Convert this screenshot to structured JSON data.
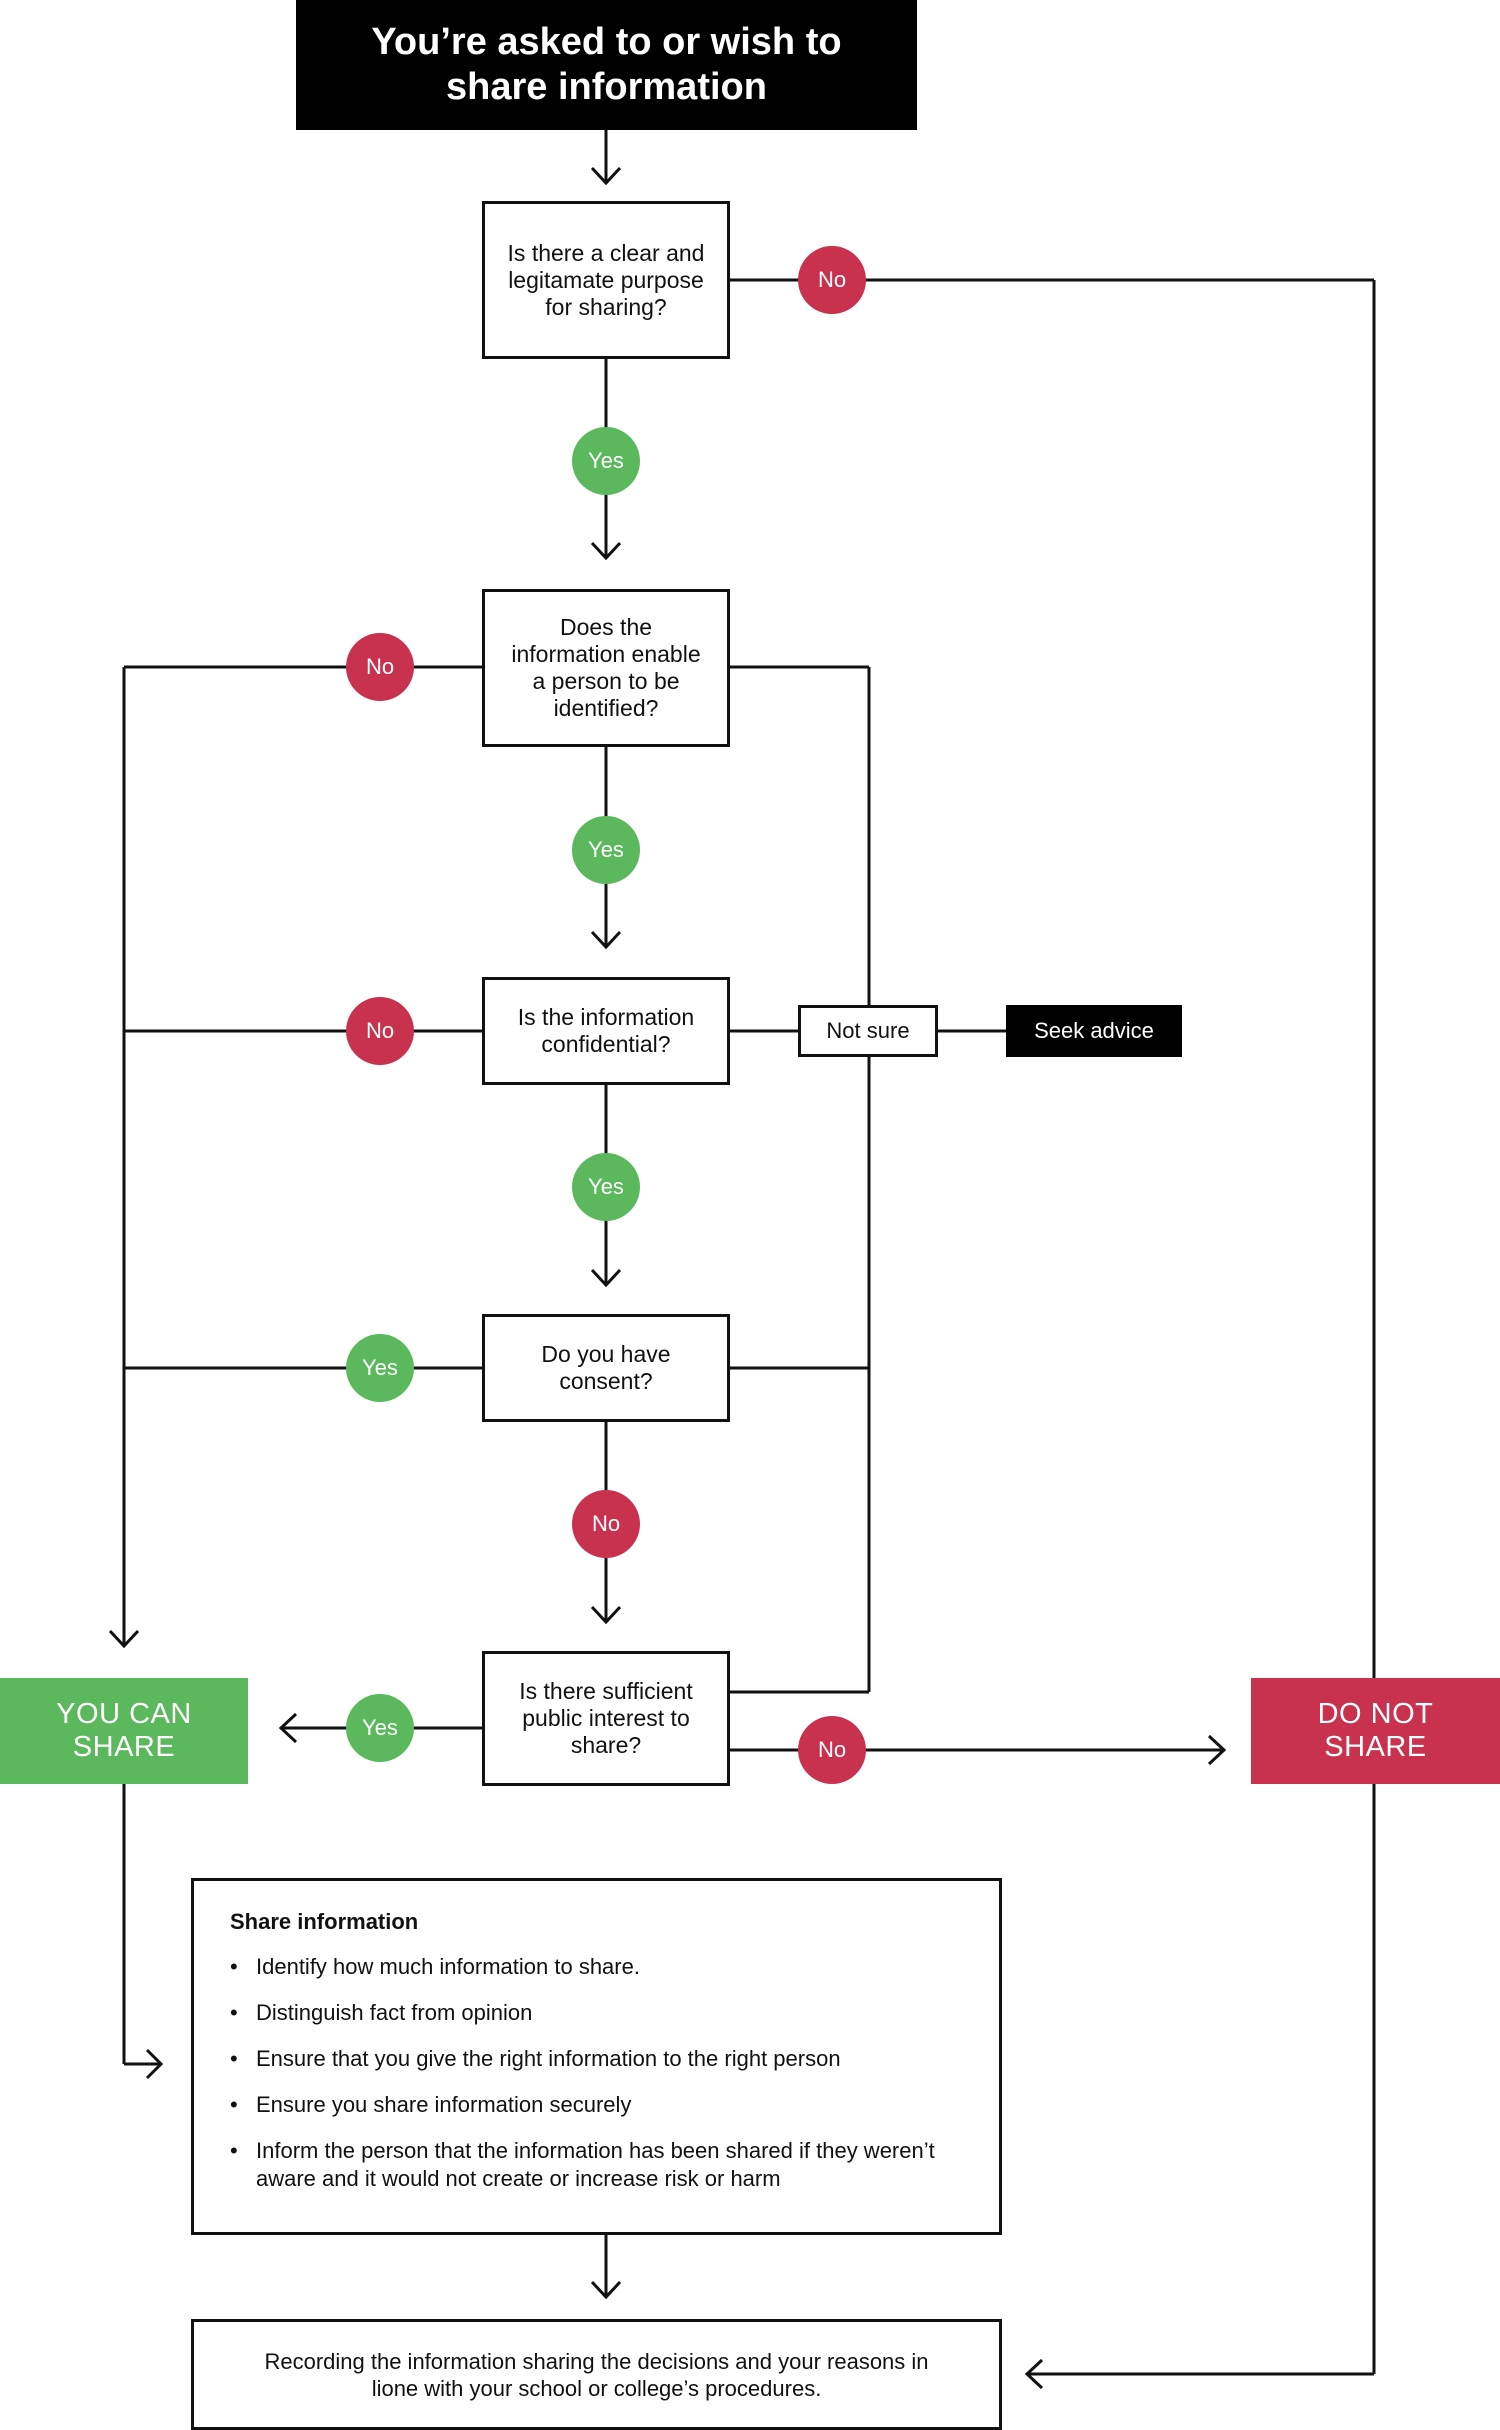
{
  "title": "You’re asked to or wish to share information",
  "questions": {
    "q1": "Is there a clear and legitamate purpose for sharing?",
    "q2": "Does the information enable a person to be identified?",
    "q3": "Is the information confidential?",
    "q4": "Do you have consent?",
    "q5": "Is there sufficient public interest to share?"
  },
  "badges": {
    "yes": "Yes",
    "no": "No"
  },
  "not_sure": "Not sure",
  "seek_advice": "Seek advice",
  "outcomes": {
    "can_share": "YOU CAN SHARE",
    "do_not_share": "DO NOT SHARE"
  },
  "share_info": {
    "heading": "Share information",
    "items": [
      "Identify how much information to share.",
      "Distinguish fact from opinion",
      "Ensure that you give the right information to the right person",
      "Ensure you share information securely",
      "Inform the person that the information has been shared if they weren’t aware and it would not create or increase risk or harm"
    ]
  },
  "recording": "Recording the information sharing the decisions and your reasons in lione with your school or college’s procedures.",
  "colors": {
    "yes": "#5cb85c",
    "no": "#c8324f",
    "title_bg": "#000000"
  }
}
